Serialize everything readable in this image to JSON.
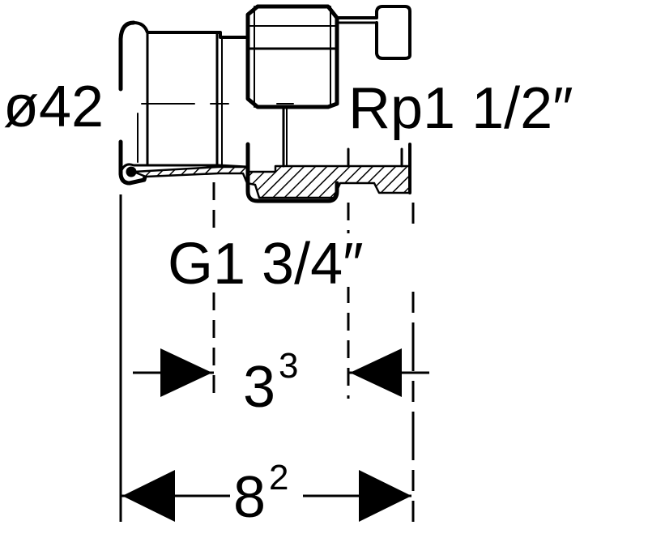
{
  "labels": {
    "pipe_diameter": "ø42",
    "inner_thread": "Rp1 1/2″",
    "outer_thread": "G1 3/4″",
    "insertion_main": "3",
    "insertion_sup": "3",
    "length_main": "8",
    "length_sup": "2"
  },
  "colors": {
    "line": "#000000",
    "background": "#ffffff"
  }
}
